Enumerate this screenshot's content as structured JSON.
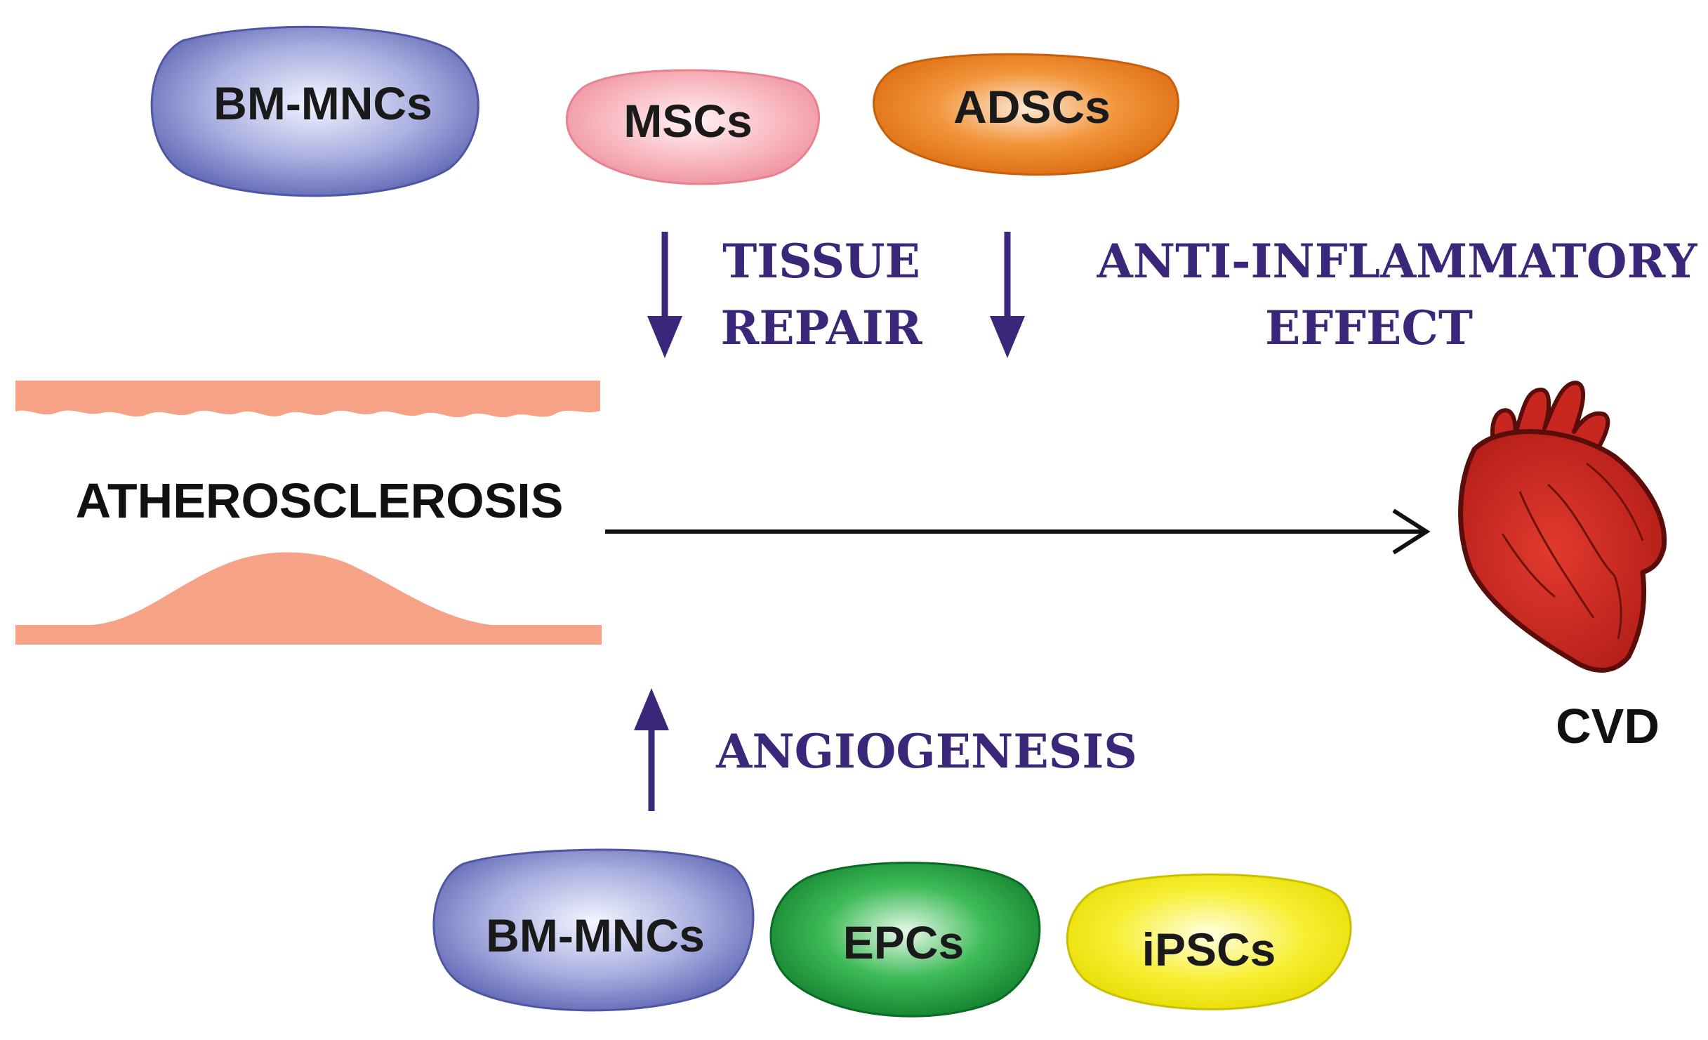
{
  "top_cells": {
    "bm_mncs": "BM-MNCs",
    "mscs": "MSCs",
    "adscs": "ADSCs"
  },
  "effects": {
    "tissue_repair_line1": "TISSUE",
    "tissue_repair_line2": "REPAIR",
    "anti_inflammatory_line1": "ANTI-INFLAMMATORY",
    "anti_inflammatory_line2": "EFFECT",
    "angiogenesis": "ANGIOGENESIS"
  },
  "condition": "ATHEROSCLEROSIS",
  "outcome": "CVD",
  "bottom_cells": {
    "bm_mncs": "BM-MNCs",
    "epcs": "EPCs",
    "ipscs": "iPSCs"
  },
  "colors": {
    "effect_purple": "#3b2779",
    "bm_mncs": "#7f86c9",
    "mscs": "#f4a9b3",
    "adscs": "#ec7f24",
    "epcs": "#1e9a3c",
    "ipscs": "#f3ea1a",
    "plaque": "#f6a286",
    "heart": "#c8271f"
  },
  "icons": [
    "heart-icon",
    "artery-plaque-icon"
  ]
}
